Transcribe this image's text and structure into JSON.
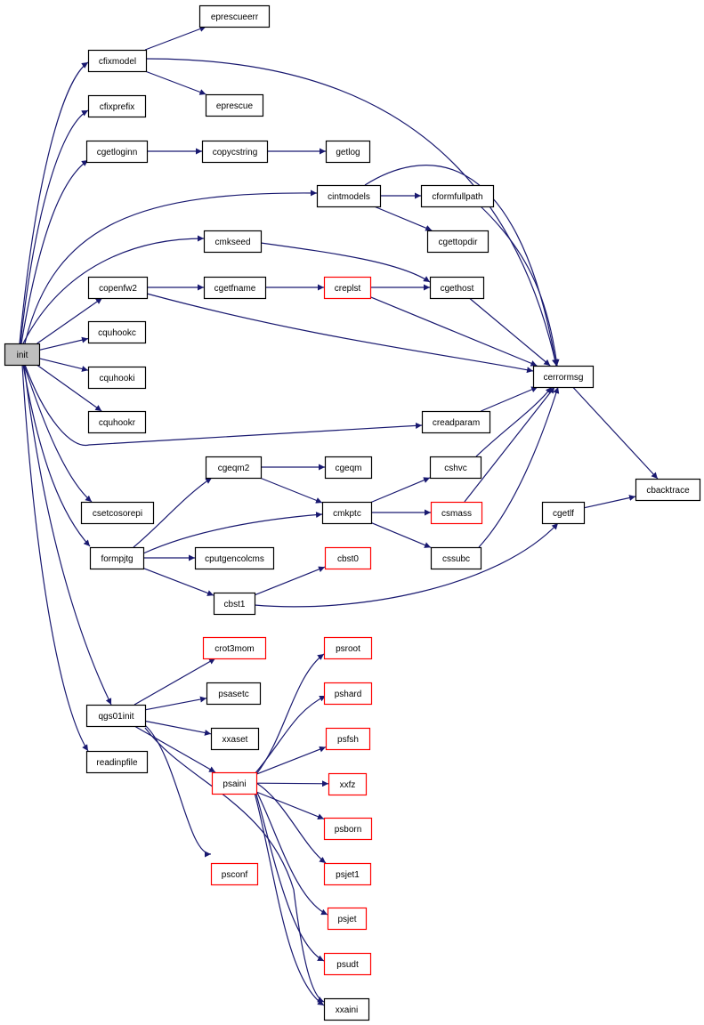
{
  "colors": {
    "edge": "#191970",
    "node_border": "#000000",
    "node_border_incomplete": "#ff0000",
    "node_fill": "#ffffff",
    "node_fill_current": "#bfbfbf"
  },
  "nodes": [
    {
      "id": "init",
      "label": "init",
      "style": "current"
    },
    {
      "id": "cfixmodel",
      "label": "cfixmodel",
      "style": "normal"
    },
    {
      "id": "eprescueerr",
      "label": "eprescueerr",
      "style": "normal"
    },
    {
      "id": "eprescue",
      "label": "eprescue",
      "style": "normal"
    },
    {
      "id": "cfixprefix",
      "label": "cfixprefix",
      "style": "normal"
    },
    {
      "id": "cgetloginn",
      "label": "cgetloginn",
      "style": "normal"
    },
    {
      "id": "copycstring",
      "label": "copycstring",
      "style": "normal"
    },
    {
      "id": "getlog",
      "label": "getlog",
      "style": "normal"
    },
    {
      "id": "cintmodels",
      "label": "cintmodels",
      "style": "normal"
    },
    {
      "id": "cformfullpath",
      "label": "cformfullpath",
      "style": "normal"
    },
    {
      "id": "cgettopdir",
      "label": "cgettopdir",
      "style": "normal"
    },
    {
      "id": "cmkseed",
      "label": "cmkseed",
      "style": "normal"
    },
    {
      "id": "copenfw2",
      "label": "copenfw2",
      "style": "normal"
    },
    {
      "id": "cgetfname",
      "label": "cgetfname",
      "style": "normal"
    },
    {
      "id": "creplst",
      "label": "creplst",
      "style": "red"
    },
    {
      "id": "cgethost",
      "label": "cgethost",
      "style": "normal"
    },
    {
      "id": "cquhookc",
      "label": "cquhookc",
      "style": "normal"
    },
    {
      "id": "cquhooki",
      "label": "cquhooki",
      "style": "normal"
    },
    {
      "id": "cquhookr",
      "label": "cquhookr",
      "style": "normal"
    },
    {
      "id": "cerrormsg",
      "label": "cerrormsg",
      "style": "normal"
    },
    {
      "id": "creadparam",
      "label": "creadparam",
      "style": "normal"
    },
    {
      "id": "cgeqm2",
      "label": "cgeqm2",
      "style": "normal"
    },
    {
      "id": "cgeqm",
      "label": "cgeqm",
      "style": "normal"
    },
    {
      "id": "cshvc",
      "label": "cshvc",
      "style": "normal"
    },
    {
      "id": "cbacktrace",
      "label": "cbacktrace",
      "style": "normal"
    },
    {
      "id": "csetcosorepi",
      "label": "csetcosorepi",
      "style": "normal"
    },
    {
      "id": "cmkptc",
      "label": "cmkptc",
      "style": "normal"
    },
    {
      "id": "csmass",
      "label": "csmass",
      "style": "red"
    },
    {
      "id": "cgetlf",
      "label": "cgetlf",
      "style": "normal"
    },
    {
      "id": "formpjtg",
      "label": "formpjtg",
      "style": "normal"
    },
    {
      "id": "cputgencolcms",
      "label": "cputgencolcms",
      "style": "normal"
    },
    {
      "id": "cssubc",
      "label": "cssubc",
      "style": "normal"
    },
    {
      "id": "cbst0",
      "label": "cbst0",
      "style": "red"
    },
    {
      "id": "cbst1",
      "label": "cbst1",
      "style": "normal"
    },
    {
      "id": "crot3mom",
      "label": "crot3mom",
      "style": "red"
    },
    {
      "id": "psroot",
      "label": "psroot",
      "style": "red"
    },
    {
      "id": "psasetc",
      "label": "psasetc",
      "style": "normal"
    },
    {
      "id": "qgs01init",
      "label": "qgs01init",
      "style": "normal"
    },
    {
      "id": "pshard",
      "label": "pshard",
      "style": "red"
    },
    {
      "id": "xxaset",
      "label": "xxaset",
      "style": "normal"
    },
    {
      "id": "psfsh",
      "label": "psfsh",
      "style": "red"
    },
    {
      "id": "readinpfile",
      "label": "readinpfile",
      "style": "normal"
    },
    {
      "id": "psaini",
      "label": "psaini",
      "style": "red"
    },
    {
      "id": "xxfz",
      "label": "xxfz",
      "style": "red"
    },
    {
      "id": "psborn",
      "label": "psborn",
      "style": "red"
    },
    {
      "id": "psconf",
      "label": "psconf",
      "style": "red"
    },
    {
      "id": "psjet1",
      "label": "psjet1",
      "style": "red"
    },
    {
      "id": "psjet",
      "label": "psjet",
      "style": "red"
    },
    {
      "id": "psudt",
      "label": "psudt",
      "style": "red"
    },
    {
      "id": "xxaini",
      "label": "xxaini",
      "style": "normal"
    }
  ],
  "edges": [
    [
      "init",
      "cfixmodel"
    ],
    [
      "init",
      "cfixprefix"
    ],
    [
      "init",
      "cgetloginn"
    ],
    [
      "init",
      "cintmodels"
    ],
    [
      "init",
      "cmkseed"
    ],
    [
      "init",
      "copenfw2"
    ],
    [
      "init",
      "cquhookc"
    ],
    [
      "init",
      "cquhooki"
    ],
    [
      "init",
      "cquhookr"
    ],
    [
      "init",
      "creadparam"
    ],
    [
      "init",
      "csetcosorepi"
    ],
    [
      "init",
      "formpjtg"
    ],
    [
      "init",
      "qgs01init"
    ],
    [
      "init",
      "readinpfile"
    ],
    [
      "cfixmodel",
      "eprescueerr"
    ],
    [
      "cfixmodel",
      "eprescue"
    ],
    [
      "cfixmodel",
      "cerrormsg"
    ],
    [
      "cgetloginn",
      "copycstring"
    ],
    [
      "copycstring",
      "getlog"
    ],
    [
      "cintmodels",
      "cformfullpath"
    ],
    [
      "cintmodels",
      "cgettopdir"
    ],
    [
      "cintmodels",
      "cerrormsg"
    ],
    [
      "cformfullpath",
      "cerrormsg"
    ],
    [
      "cmkseed",
      "cgethost"
    ],
    [
      "copenfw2",
      "cgetfname"
    ],
    [
      "copenfw2",
      "cerrormsg"
    ],
    [
      "cgetfname",
      "creplst"
    ],
    [
      "creplst",
      "cgethost"
    ],
    [
      "creplst",
      "cerrormsg"
    ],
    [
      "cgethost",
      "cerrormsg"
    ],
    [
      "creadparam",
      "cerrormsg"
    ],
    [
      "cerrormsg",
      "cbacktrace"
    ],
    [
      "cgeqm2",
      "cgeqm"
    ],
    [
      "cgeqm2",
      "cmkptc"
    ],
    [
      "cmkptc",
      "cshvc"
    ],
    [
      "cmkptc",
      "csmass"
    ],
    [
      "cmkptc",
      "cssubc"
    ],
    [
      "cshvc",
      "cerrormsg"
    ],
    [
      "csmass",
      "cerrormsg"
    ],
    [
      "cssubc",
      "cerrormsg"
    ],
    [
      "cgetlf",
      "cbacktrace"
    ],
    [
      "formpjtg",
      "cgeqm2"
    ],
    [
      "formpjtg",
      "cmkptc"
    ],
    [
      "formpjtg",
      "cputgencolcms"
    ],
    [
      "formpjtg",
      "cbst1"
    ],
    [
      "cbst1",
      "cbst0"
    ],
    [
      "cbst1",
      "cgetlf"
    ],
    [
      "qgs01init",
      "crot3mom"
    ],
    [
      "qgs01init",
      "psasetc"
    ],
    [
      "qgs01init",
      "xxaset"
    ],
    [
      "qgs01init",
      "psaini"
    ],
    [
      "qgs01init",
      "psconf"
    ],
    [
      "qgs01init",
      "xxaini"
    ],
    [
      "psaini",
      "psroot"
    ],
    [
      "psaini",
      "pshard"
    ],
    [
      "psaini",
      "psfsh"
    ],
    [
      "psaini",
      "xxfz"
    ],
    [
      "psaini",
      "psborn"
    ],
    [
      "psaini",
      "psjet1"
    ],
    [
      "psaini",
      "psjet"
    ],
    [
      "psaini",
      "psudt"
    ],
    [
      "psaini",
      "xxaini"
    ]
  ]
}
